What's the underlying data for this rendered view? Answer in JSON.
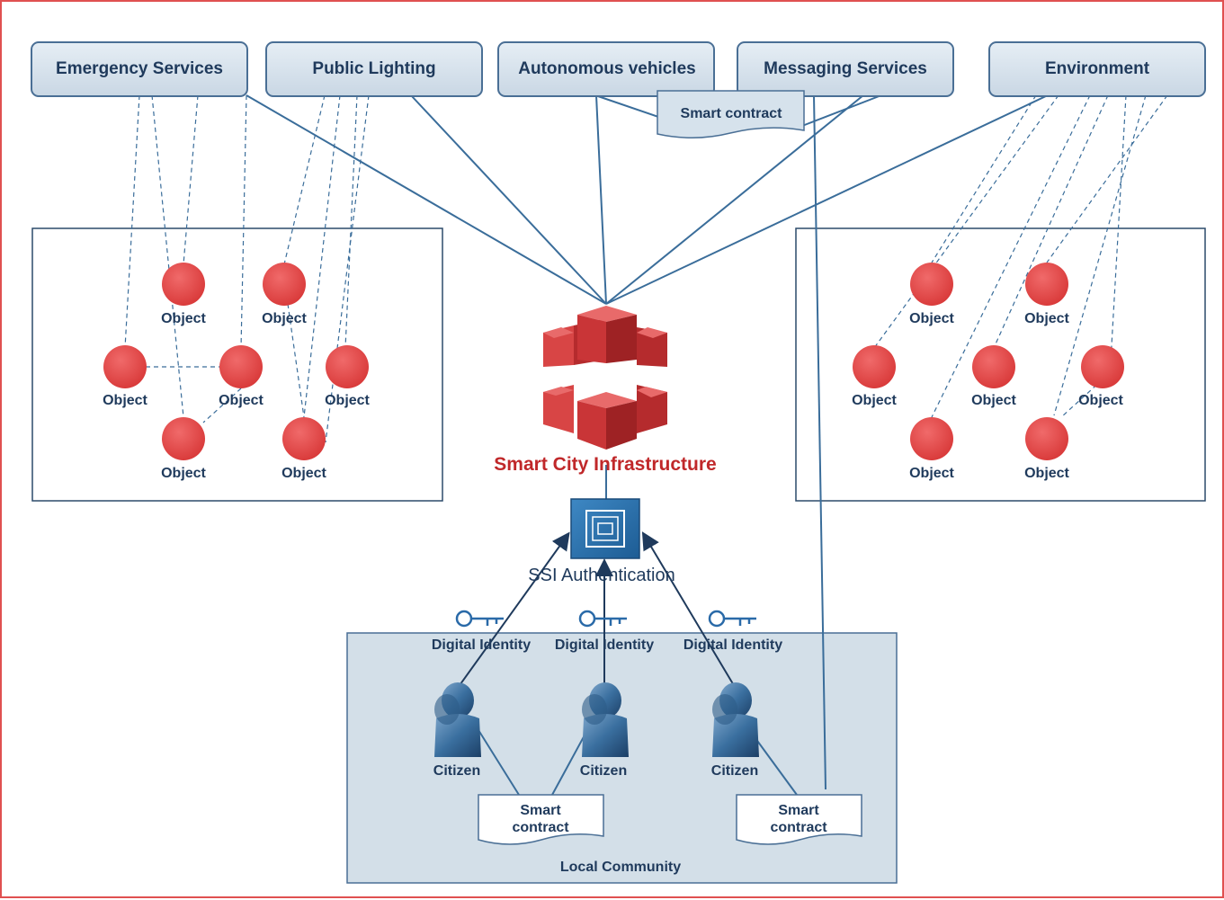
{
  "services": [
    {
      "label": "Emergency Services"
    },
    {
      "label": "Public Lighting"
    },
    {
      "label": "Autonomous vehicles"
    },
    {
      "label": "Messaging Services"
    },
    {
      "label": "Environment"
    }
  ],
  "top_smart_contract": "Smart contract",
  "object_label": "Object",
  "infrastructure_label": "Smart City Infrastructure",
  "ssi_label": "SSI Authentication",
  "digital_identity_labels": [
    "Digital Identity",
    "Digital Identity",
    "Digital Identity"
  ],
  "citizen_labels": [
    "Citizen",
    "Citizen",
    "Citizen"
  ],
  "community_smart_contracts": [
    {
      "line1": "Smart",
      "line2": "contract"
    },
    {
      "line1": "Smart",
      "line2": "contract"
    }
  ],
  "community_label": "Local Community",
  "colors": {
    "border": "#e05050",
    "service_fill": "#d6e2ec",
    "service_stroke": "#4a6f95",
    "line": "#3a6d9a",
    "object": "#e04646",
    "infra": "#c0282a",
    "community_fill": "#d3dfe8"
  }
}
